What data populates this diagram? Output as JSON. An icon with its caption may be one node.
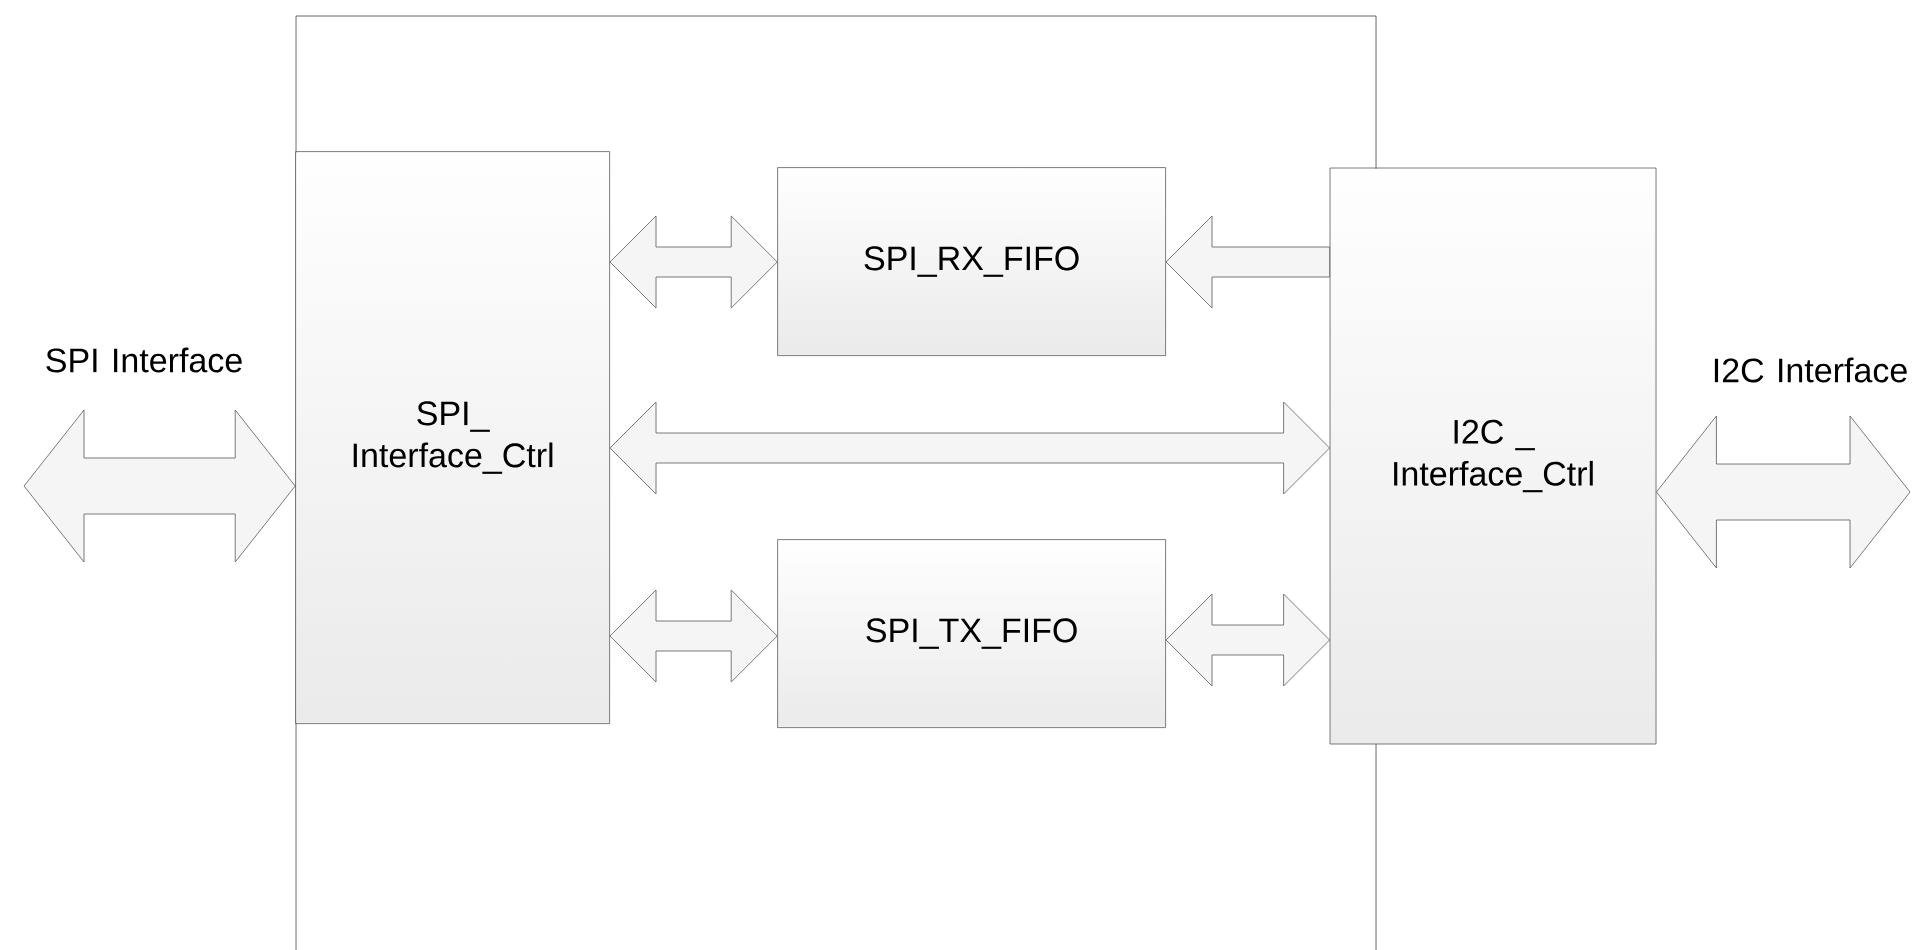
{
  "diagram": {
    "nodes": [
      {
        "text": [],
        "shape": "box"
      },
      {
        "text": [
          "SPI_ Interface_Ctrl"
        ],
        "in": 0
      },
      {
        "text": [
          "SPI_RX_FIFO"
        ],
        "in": 0
      },
      {
        "text": [
          "SPI_TX_FIFO"
        ],
        "in": 0
      },
      {
        "text": [
          "I2C _ Interface_Ctrl"
        ]
      }
    ],
    "edges": [
      {
        "from": null,
        "to": 1,
        "arrow": "both",
        "label": "SPI Interface"
      },
      {
        "from": 1,
        "to": 2,
        "arrow": "both"
      },
      {
        "from": 4,
        "to": 2,
        "arrow": "to"
      },
      {
        "from": 1,
        "to": 4,
        "arrow": "both"
      },
      {
        "from": 1,
        "to": 3,
        "arrow": "both"
      },
      {
        "from": 3,
        "to": 4,
        "arrow": "both"
      },
      {
        "from": 4,
        "to": null,
        "arrow": "both",
        "label": "I2C Interface"
      }
    ]
  }
}
